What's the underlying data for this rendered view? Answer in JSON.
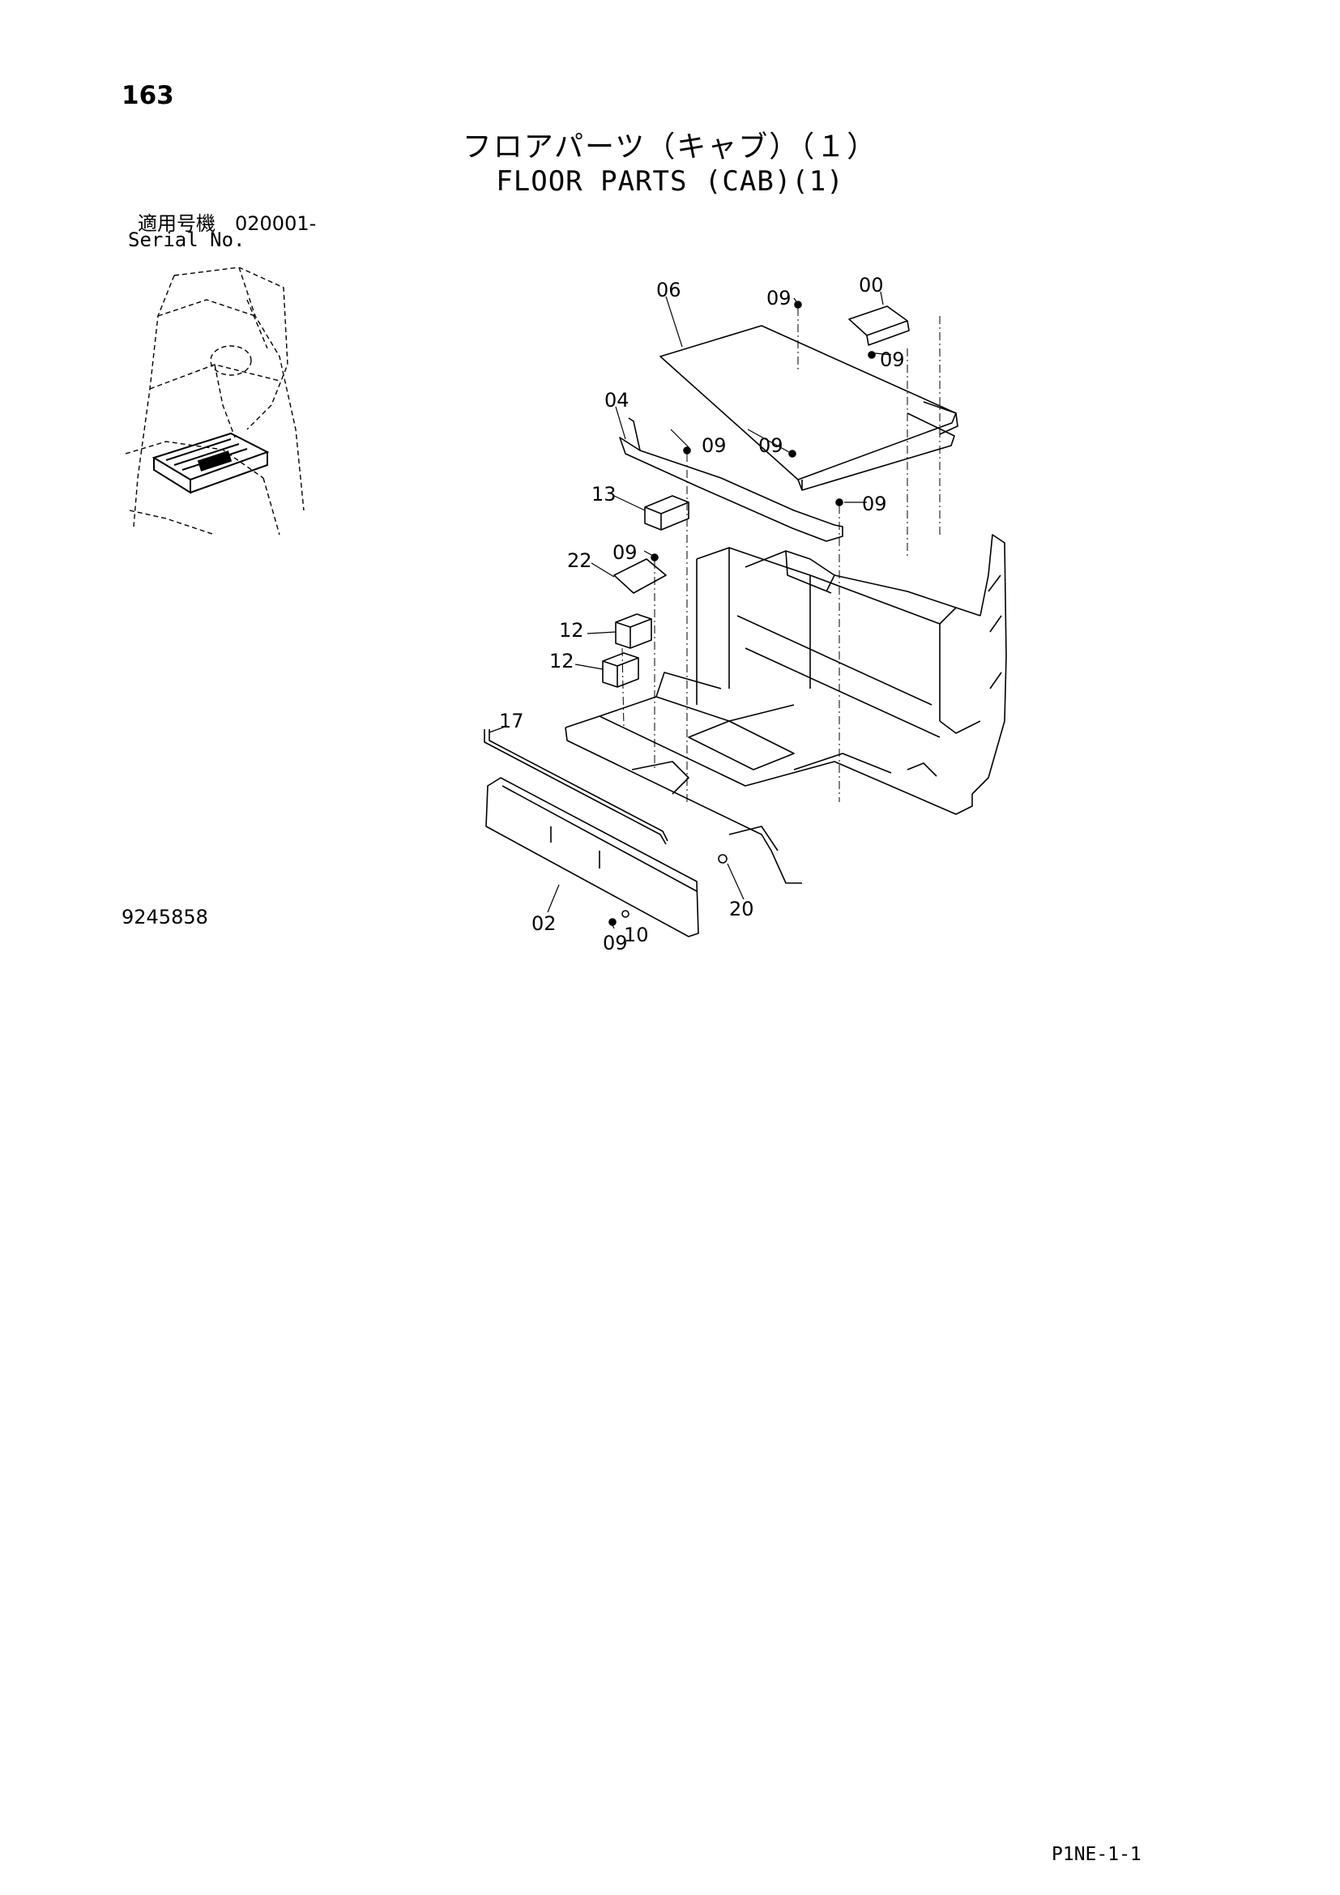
{
  "header": {
    "page_number": "163",
    "title_jp": "フロアパーツ（キャブ）（１）",
    "title_en": "FLOOR PARTS (CAB)(1)",
    "serial_label_jp": "適用号機　020001-",
    "serial_label_en": "Serial No."
  },
  "drawing": {
    "id": "9245858",
    "callouts": [
      "06",
      "09",
      "00",
      "09",
      "04",
      "09",
      "09",
      "09",
      "13",
      "09",
      "22",
      "12",
      "12",
      "17",
      "02",
      "20",
      "09",
      "10"
    ]
  },
  "footer": {
    "page_code": "P1NE-1-1"
  }
}
